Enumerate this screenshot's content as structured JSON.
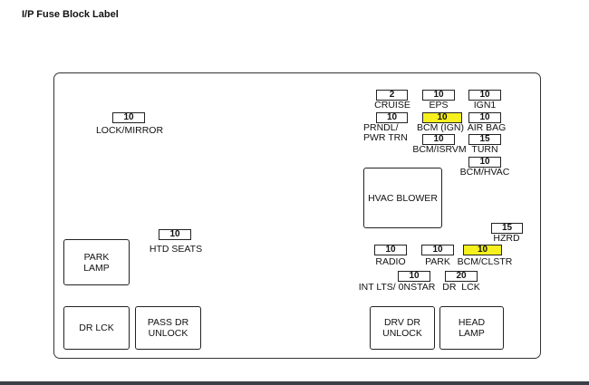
{
  "title": "I/P Fuse Block Label",
  "colors": {
    "highlight": "#f5f01e",
    "outline": "#222222"
  },
  "fuses": {
    "lock_mirror": {
      "value": "10",
      "label": "LOCK/MIRROR"
    },
    "htd_seats": {
      "value": "10",
      "label": "HTD SEATS"
    },
    "cruise": {
      "value": "2",
      "label": "CRUISE"
    },
    "eps": {
      "value": "10",
      "label": "EPS"
    },
    "ign1": {
      "value": "10",
      "label": "IGN1"
    },
    "prndl": {
      "value": "10",
      "label": "PRNDL/\nPWR TRN"
    },
    "bcm_ign": {
      "value": "10",
      "label": "BCM (IGN)"
    },
    "air_bag": {
      "value": "10",
      "label": "AIR BAG"
    },
    "bcm_isrvm": {
      "value": "10",
      "label": "BCM/ISRVM"
    },
    "turn": {
      "value": "15",
      "label": "TURN"
    },
    "bcm_hvac": {
      "value": "10",
      "label": "BCM/HVAC"
    },
    "hzrd": {
      "value": "15",
      "label": "HZRD"
    },
    "radio": {
      "value": "10",
      "label": "RADIO"
    },
    "park": {
      "value": "10",
      "label": "PARK"
    },
    "bcm_clstr": {
      "value": "10",
      "label": "BCM/CLSTR"
    },
    "int_lts": {
      "value": "10",
      "label": "INT LTS/ 0NSTAR"
    },
    "dr_lck": {
      "value": "20",
      "label": "DR  LCK"
    }
  },
  "relays": {
    "hvac_blower": "HVAC BLOWER",
    "park_lamp": "PARK\nLAMP",
    "dr_lck": "DR LCK",
    "pass_dr_unlock": "PASS DR\nUNLOCK",
    "drv_dr_unlock": "DRV DR\nUNLOCK",
    "head_lamp": "HEAD\nLAMP"
  }
}
